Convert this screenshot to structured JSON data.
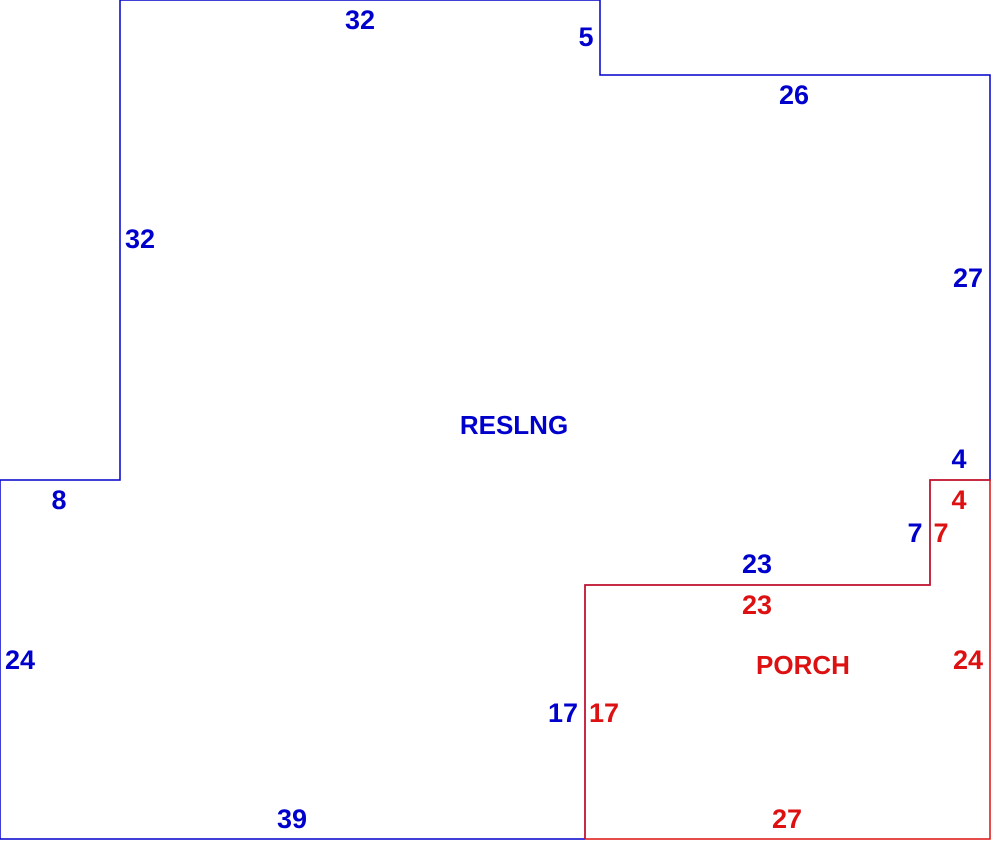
{
  "colors": {
    "main": "#0000cc",
    "porch": "#dd1111",
    "background": "#ffffff"
  },
  "areas": {
    "main_label": "RESLNG",
    "porch_label": "PORCH"
  },
  "main_dims": {
    "top_left": "32",
    "top_step": "5",
    "top_right": "26",
    "left_upper": "32",
    "right_upper": "27",
    "right_step": "4",
    "inner_step_vertical": "7",
    "inner_top": "23",
    "left_step": "8",
    "left_lower": "24",
    "inner_left": "17",
    "bottom": "39"
  },
  "porch_dims": {
    "top_step": "4",
    "step_vertical": "7",
    "top": "23",
    "right": "24",
    "left": "17",
    "bottom": "27"
  }
}
